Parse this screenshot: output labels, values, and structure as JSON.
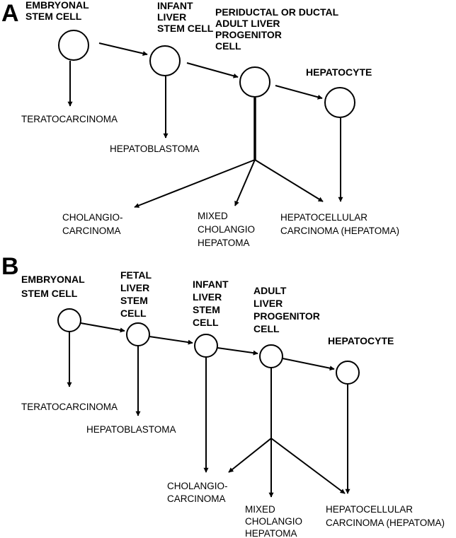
{
  "panels": {
    "a": {
      "label": "A",
      "nodes": {
        "embryonal": [
          "EMBRYONAL",
          "STEM CELL"
        ],
        "infant": [
          "INFANT",
          "LIVER",
          "STEM CELL"
        ],
        "progenitor": [
          "PERIDUCTAL OR DUCTAL",
          "ADULT LIVER",
          "PROGENITOR",
          "CELL"
        ],
        "hepatocyte": [
          "HEPATOCYTE"
        ]
      },
      "outcomes": {
        "teratocarcinoma": [
          "TERATOCARCINOMA"
        ],
        "hepatoblastoma": [
          "HEPATOBLASTOMA"
        ],
        "cholangiocarcinoma": [
          "CHOLANGIO-",
          "CARCINOMA"
        ],
        "mixed": [
          "MIXED",
          "CHOLANGIO",
          "HEPATOMA"
        ],
        "hepatocellular": [
          "HEPATOCELLULAR",
          "CARCINOMA (HEPATOMA)"
        ]
      }
    },
    "b": {
      "label": "B",
      "nodes": {
        "embryonal": [
          "EMBRYONAL",
          "STEM CELL"
        ],
        "fetal": [
          "FETAL",
          "LIVER",
          "STEM",
          "CELL"
        ],
        "infant": [
          "INFANT",
          "LIVER",
          "STEM",
          "CELL"
        ],
        "progenitor": [
          "ADULT",
          "LIVER",
          "PROGENITOR",
          "CELL"
        ],
        "hepatocyte": [
          "HEPATOCYTE"
        ]
      },
      "outcomes": {
        "teratocarcinoma": [
          "TERATOCARCINOMA"
        ],
        "hepatoblastoma": [
          "HEPATOBLASTOMA"
        ],
        "cholangiocarcinoma": [
          "CHOLANGIO-",
          "CARCINOMA"
        ],
        "mixed": [
          "MIXED",
          "CHOLANGIO",
          "HEPATOMA"
        ],
        "hepatocellular": [
          "HEPATOCELLULAR",
          "CARCINOMA (HEPATOMA)"
        ]
      }
    }
  }
}
